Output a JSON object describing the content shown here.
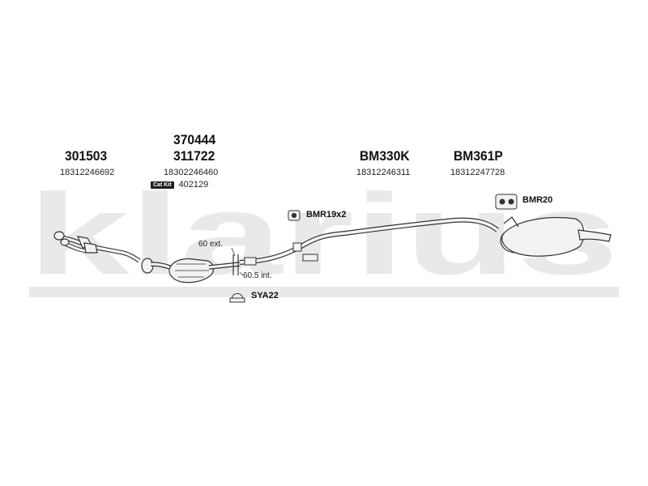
{
  "brand": {
    "watermark_text": "klarius"
  },
  "parts": [
    {
      "id": "front-pipe",
      "code": "301503",
      "oem": "18312246692"
    },
    {
      "id": "catalyst",
      "code_top": "370444",
      "code": "311722",
      "oem": "18302246460",
      "cat_kit_label": "Cat Kit",
      "cat_kit_value": "402129"
    },
    {
      "id": "centre-silencer",
      "code": "BM330K",
      "oem": "18312246311"
    },
    {
      "id": "rear-silencer",
      "code": "BM361P",
      "oem": "18312247728"
    }
  ],
  "fittings": {
    "bmr19": "BMR19x2",
    "bmr20": "BMR20",
    "sya22": "SYA22"
  },
  "notes": {
    "ext": "60 ext.",
    "int": "60.5 int."
  },
  "colors": {
    "watermark": "#e9e9e9",
    "pipe_stroke": "#333333",
    "pipe_fill": "#f2f2f2"
  }
}
